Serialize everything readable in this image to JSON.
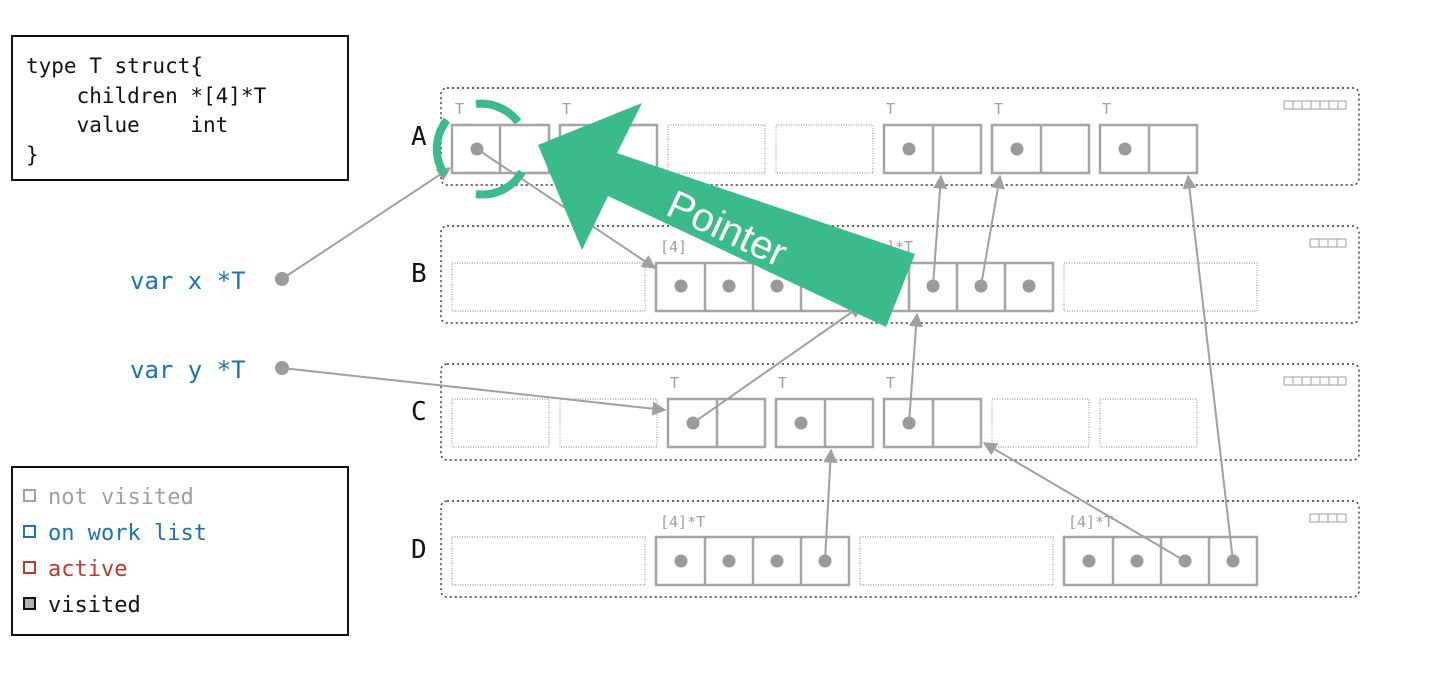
{
  "code_box": {
    "lines": [
      "type T struct{",
      "    children *[4]*T",
      "    value    int",
      "}"
    ]
  },
  "variables": {
    "x": "var x *T",
    "y": "var y *T"
  },
  "spans": {
    "a": "A",
    "b": "B",
    "c": "C",
    "d": "D"
  },
  "type_labels": {
    "t": "T",
    "array": "[4]*T",
    "array_partial_left": "[4]",
    "array_partial_right": "]*T"
  },
  "legend": {
    "items": [
      {
        "label": "not visited",
        "color": "#9e9e9e"
      },
      {
        "label": "on work list",
        "color": "#1a73b0"
      },
      {
        "label": "active",
        "color": "#c0392b"
      },
      {
        "label": "visited",
        "color": "#111111"
      }
    ]
  },
  "annotation": {
    "label": "Pointer",
    "color": "#3bbb89"
  }
}
